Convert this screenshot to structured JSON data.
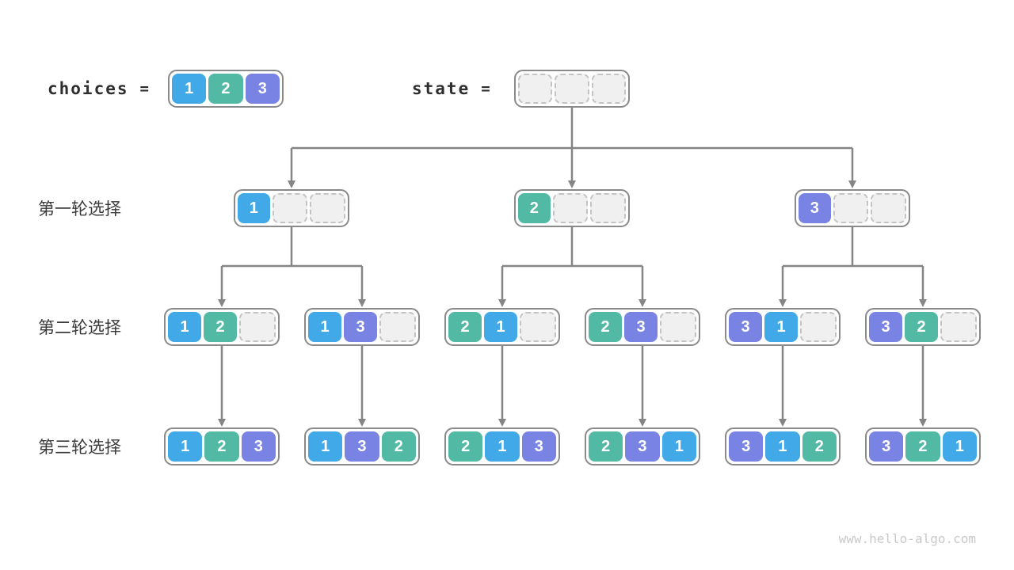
{
  "header": {
    "choices_label": "choices",
    "equals_sign": "=",
    "choices_cells": [
      "1",
      "2",
      "3"
    ],
    "state_label": "state"
  },
  "rows": [
    {
      "label": "第一轮选择",
      "boxes": [
        [
          "1"
        ],
        [
          "2"
        ],
        [
          "3"
        ]
      ]
    },
    {
      "label": "第二轮选择",
      "boxes": [
        [
          "1",
          "2"
        ],
        [
          "1",
          "3"
        ],
        [
          "2",
          "1"
        ],
        [
          "2",
          "3"
        ],
        [
          "3",
          "1"
        ],
        [
          "3",
          "2"
        ]
      ]
    },
    {
      "label": "第三轮选择",
      "boxes": [
        [
          "1",
          "2",
          "3"
        ],
        [
          "1",
          "3",
          "2"
        ],
        [
          "2",
          "1",
          "3"
        ],
        [
          "2",
          "3",
          "1"
        ],
        [
          "3",
          "1",
          "2"
        ],
        [
          "3",
          "2",
          "1"
        ]
      ]
    }
  ],
  "cell_colors": {
    "1": "#41a9e8",
    "2": "#52b9a5",
    "3": "#7983e3"
  },
  "arrow_color": "#858585",
  "watermark": "www.hello-algo.com"
}
